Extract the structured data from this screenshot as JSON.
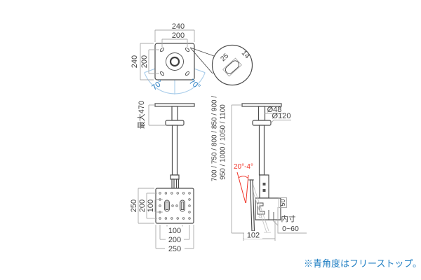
{
  "colors": {
    "outline": "#4c4c4c",
    "dimension_line": "#a9a9a9",
    "dimension_text": "#3f3f3f",
    "blue_accent": "#2e80c3",
    "light_blue": "#a9cdea",
    "red_accent": "#f03428",
    "note_blue": "#1d7dc2",
    "background": "#ffffff"
  },
  "top_view": {
    "dim_width_outer": "240",
    "dim_width_inner": "200",
    "dim_height_outer": "240",
    "dim_height_inner": "200",
    "swivel_angle_left": "70°",
    "swivel_angle_right": "70°"
  },
  "detail_view": {
    "slot_length": "25",
    "slot_width": "14"
  },
  "front_view": {
    "max_drop": "最大470",
    "plate_dim_left_outer": "250",
    "plate_dim_left_mid": "200",
    "plate_dim_left_inner": "100",
    "plate_dim_bottom_inner": "100",
    "plate_dim_bottom_mid": "200",
    "plate_dim_bottom_outer": "250"
  },
  "side_view": {
    "pipe_diameter": "Ø48",
    "collar_diameter": "Ø120",
    "pole_lengths_line1": "700 / 750 / 800 / 850 / 900 /",
    "pole_lengths_line2": "950 / 1000 / 1050 / 1100",
    "tilt_angle": "20°-4°",
    "bracket_depth": "102",
    "hook_dim": "50",
    "inner_label": "内寸",
    "inner_range": "0~60"
  },
  "note": {
    "text": "※青角度はフリーストップ。"
  }
}
